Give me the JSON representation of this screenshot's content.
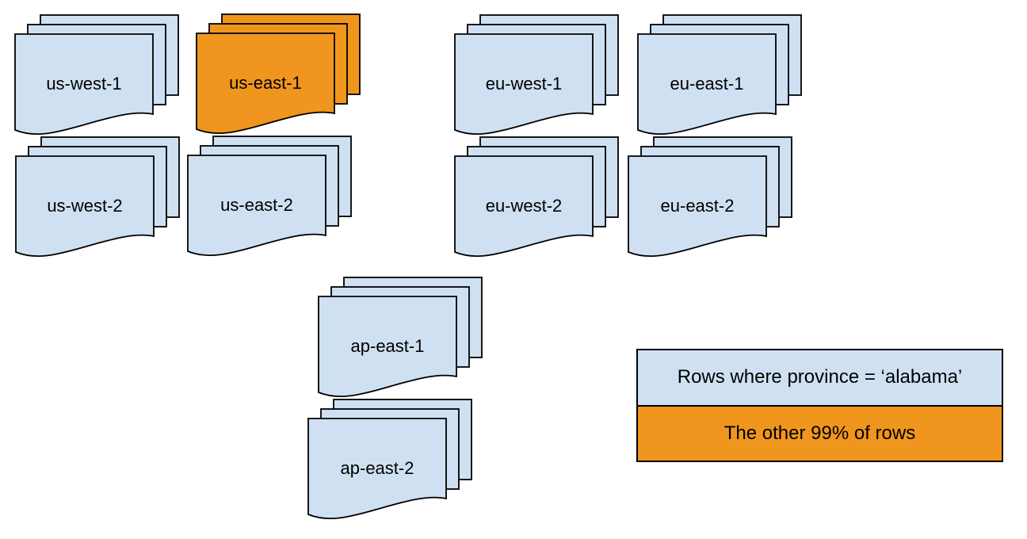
{
  "colors": {
    "blue": "#cfe0f2",
    "orange": "#f0961e",
    "stroke": "#000000",
    "text": "#000000",
    "background": "#ffffff"
  },
  "regions": [
    {
      "label": "us-west-1",
      "highlighted": false
    },
    {
      "label": "us-east-1",
      "highlighted": true
    },
    {
      "label": "eu-west-1",
      "highlighted": false
    },
    {
      "label": "eu-east-1",
      "highlighted": false
    },
    {
      "label": "us-west-2",
      "highlighted": false
    },
    {
      "label": "us-east-2",
      "highlighted": false
    },
    {
      "label": "eu-west-2",
      "highlighted": false
    },
    {
      "label": "eu-east-2",
      "highlighted": false
    },
    {
      "label": "ap-east-1",
      "highlighted": false
    },
    {
      "label": "ap-east-2",
      "highlighted": false
    }
  ],
  "legend": {
    "items": [
      {
        "label": "Rows where province = ‘alabama’",
        "color": "blue"
      },
      {
        "label": "The other 99% of rows",
        "color": "orange"
      }
    ]
  }
}
